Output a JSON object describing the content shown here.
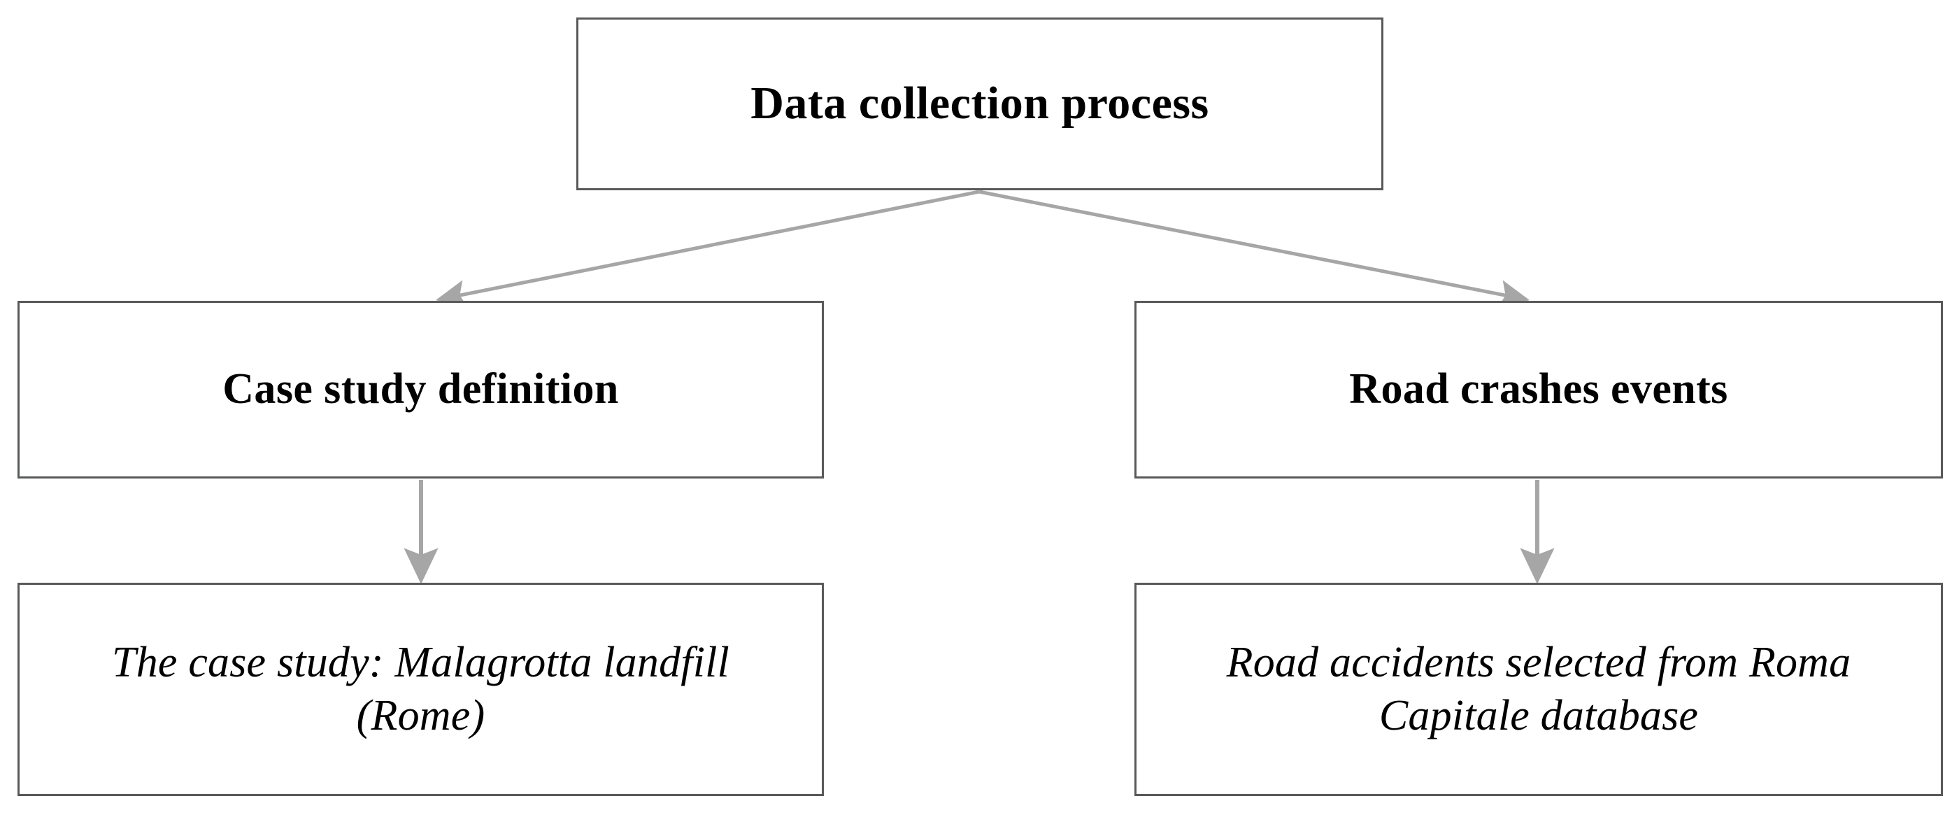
{
  "diagram": {
    "type": "flowchart",
    "orientation": "top-down",
    "background_color": "#ffffff",
    "box_border_color": "#58595b",
    "connector_color": "#a6a6a6",
    "text_color": "#000000",
    "nodes": {
      "root": {
        "id": "data-collection-process",
        "label": "Data collection process",
        "style": "bold",
        "level": 1
      },
      "case_study": {
        "id": "case-study-definition",
        "label": "Case study definition",
        "style": "bold",
        "level": 2
      },
      "road_crashes": {
        "id": "road-crashes-events",
        "label": "Road crashes events",
        "style": "bold",
        "level": 2
      },
      "case_study_detail": {
        "id": "malagrotta-landfill",
        "label": "The case study: Malagrotta landfill\n(Rome)",
        "style": "italic",
        "level": 3
      },
      "road_crashes_detail": {
        "id": "roma-capitale-database",
        "label": "Road accidents selected from Roma\nCapitale database",
        "style": "italic",
        "level": 3
      }
    },
    "connectors": [
      {
        "id": "root-to-case-study",
        "name": "arrow-root-to-case-study",
        "from": "data-collection-process",
        "to": "case-study-definition",
        "shape": "diagonal",
        "arrowhead": "filled-triangle"
      },
      {
        "id": "root-to-road-crashes",
        "name": "arrow-root-to-road-crashes",
        "from": "data-collection-process",
        "to": "road-crashes-events",
        "shape": "diagonal",
        "arrowhead": "filled-triangle"
      },
      {
        "id": "case-study-to-detail",
        "name": "arrow-case-study-to-detail",
        "from": "case-study-definition",
        "to": "malagrotta-landfill",
        "shape": "vertical",
        "arrowhead": "filled-triangle"
      },
      {
        "id": "road-crashes-to-detail",
        "name": "arrow-road-crashes-to-detail",
        "from": "road-crashes-events",
        "to": "roma-capitale-database",
        "shape": "vertical",
        "arrowhead": "filled-triangle"
      }
    ]
  }
}
